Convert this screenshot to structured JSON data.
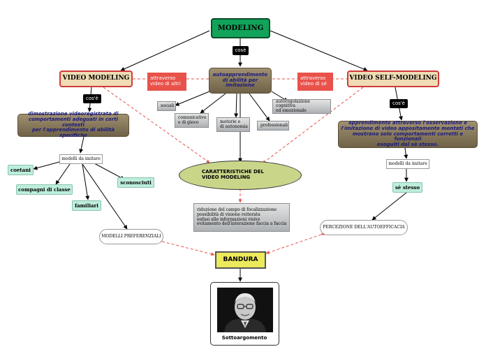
{
  "colors": {
    "main_fill": "#12a35a",
    "tan_fill": "#efdcb4",
    "tan_border": "#d23a3a",
    "dark_fill": "#8a7b5c",
    "dark_text": "#1a1a80",
    "red_label_fill": "#e8524a",
    "mint_fill": "#bdeedb",
    "ellipse_fill": "#c9d68a",
    "yellow_fill": "#ece95c",
    "dashed_link": "#e8524a"
  },
  "nodes": {
    "modeling": "MODELING",
    "cose_top": "cosè",
    "video_modeling": "VIDEO MODELING",
    "video_self_modeling": "VIDEO SELF-MODELING",
    "attraverso_altri": "attraverso\nvideo di altri",
    "autoapprendimento": "autoapprendimento\ndi abilità per\nimitazione",
    "attraverso_se": "attraverso\nvideo di sé",
    "cose_left": "cos'è",
    "sociali": "sociali",
    "comunicative": "comunicative\ne di gioco",
    "motorie": "motorie e\ndi autonomia",
    "professionali": "professionali",
    "autoregolazione": "autoregolazione cognitiva\ned emozionale",
    "cose_right": "cos'è",
    "dimostrazione": "dimostrazione videoregistrata di\ncomportamenti adeguati in certi contesti\nper l'apprendimento di abilità specifiche",
    "apprendimento_osservazione": "apprendimento attraverso l'osservazione e\nl'imitazione di video appositamente montati che\nmostrano solo comportamenti corretti e funzionali\neseguiti dal sè stesso.",
    "modelli_left": "modelli da imitare",
    "modelli_right": "modelli da imitare",
    "coetani": "coetani",
    "compagni": "compagni di classe",
    "familiari": "familiari",
    "sconosciuti": "sconosciuti",
    "se_stesso": "sè stesso",
    "caratteristiche": "CARATTERISTICHE DEL\nVIDEO MODELING",
    "riduzione": "riduzione del campo di focalizzazione\npossibilità di visione reiterata\nenfasi alle informazioni visive\nevitamento dell'interazione faccia a faccia",
    "modelli_preferenziali": "MODELLI PREFERENZIALI",
    "percezione": "PERCEZIONE DELL'AUTOEFFICACIA",
    "bandura": "BANDURA",
    "sottoargomento": "Sottoargomento"
  }
}
